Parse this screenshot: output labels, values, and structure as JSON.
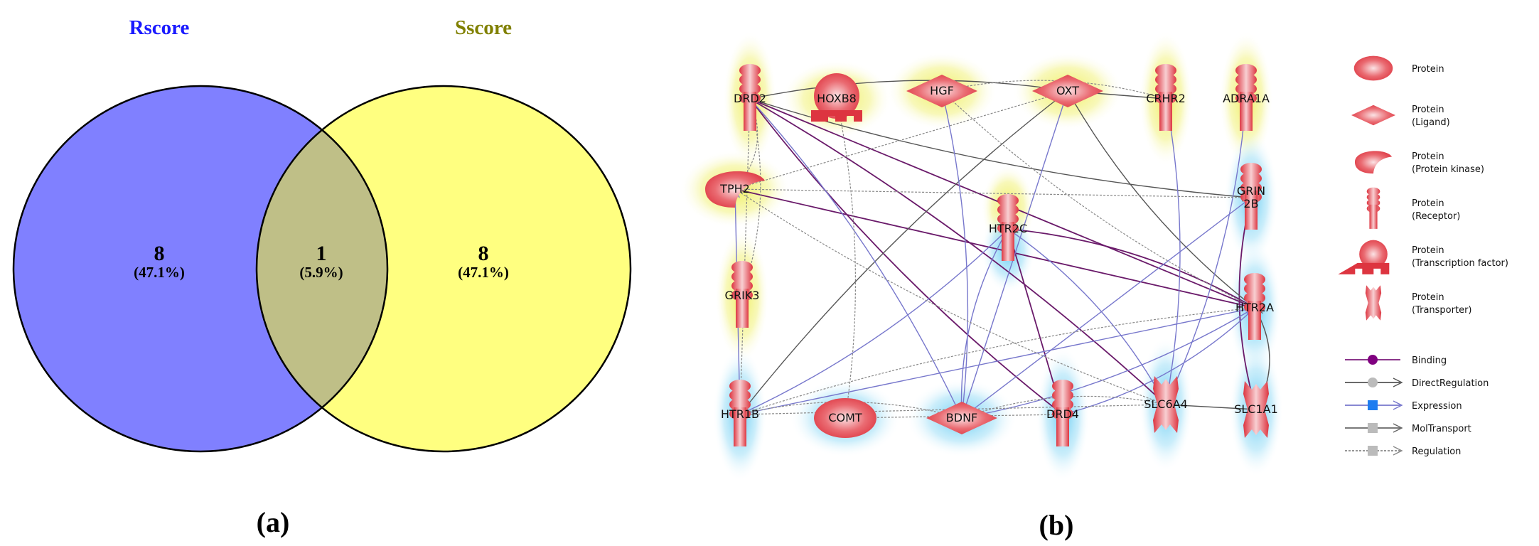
{
  "panel_a": {
    "label": "(a)",
    "title_left": "Rscore",
    "title_right": "Sscore",
    "colors": {
      "left": "#8080ff",
      "right": "#ffff80",
      "overlap": "#bfbf87",
      "left_title": "#1a1aff",
      "right_title": "#808000"
    },
    "regions": [
      {
        "id": "rscore-only",
        "count": "8",
        "percent": "(47.1%)"
      },
      {
        "id": "overlap",
        "count": "1",
        "percent": "(5.9%)"
      },
      {
        "id": "sscore-only",
        "count": "8",
        "percent": "(47.1%)"
      }
    ]
  },
  "panel_b": {
    "label": "(b)",
    "nodes": [
      {
        "id": "DRD2",
        "label": "DRD2",
        "type": "receptor",
        "glow": "yellow"
      },
      {
        "id": "HOXB8",
        "label": "HOXB8",
        "type": "tf",
        "glow": "yellow"
      },
      {
        "id": "HGF",
        "label": "HGF",
        "type": "ligand",
        "glow": "yellow"
      },
      {
        "id": "OXT",
        "label": "OXT",
        "type": "ligand",
        "glow": "yellow"
      },
      {
        "id": "CRHR2",
        "label": "CRHR2",
        "type": "receptor",
        "glow": "yellow"
      },
      {
        "id": "ADRA1A",
        "label": "ADRA1A",
        "type": "receptor",
        "glow": "yellow"
      },
      {
        "id": "TPH2",
        "label": "TPH2",
        "type": "kinase",
        "glow": "yellow"
      },
      {
        "id": "HTR2C",
        "label": "HTR2C",
        "type": "receptor",
        "glow": "both"
      },
      {
        "id": "GRIN2B",
        "label": "GRIN\n2B",
        "type": "receptor",
        "glow": "blue"
      },
      {
        "id": "GRIK3",
        "label": "GRIK3",
        "type": "receptor",
        "glow": "yellow"
      },
      {
        "id": "HTR2A",
        "label": "HTR2A",
        "type": "receptor",
        "glow": "blue"
      },
      {
        "id": "HTR1B",
        "label": "HTR1B",
        "type": "receptor",
        "glow": "blue"
      },
      {
        "id": "COMT",
        "label": "COMT",
        "type": "protein",
        "glow": "blue"
      },
      {
        "id": "BDNF",
        "label": "BDNF",
        "type": "ligand",
        "glow": "blue"
      },
      {
        "id": "DRD4",
        "label": "DRD4",
        "type": "receptor",
        "glow": "blue"
      },
      {
        "id": "SLC6A4",
        "label": "SLC6A4",
        "type": "transporter",
        "glow": "blue"
      },
      {
        "id": "SLC1A1",
        "label": "SLC1A1",
        "type": "transporter",
        "glow": "blue"
      }
    ],
    "edges": [
      {
        "from": "DRD2",
        "to": "HTR2A",
        "kind": "binding"
      },
      {
        "from": "DRD2",
        "to": "DRD4",
        "kind": "binding"
      },
      {
        "from": "DRD2",
        "to": "SLC6A4",
        "kind": "binding"
      },
      {
        "from": "TPH2",
        "to": "HTR2A",
        "kind": "binding"
      },
      {
        "from": "HTR2C",
        "to": "HTR2A",
        "kind": "binding"
      },
      {
        "from": "GRIN2B",
        "to": "SLC1A1",
        "kind": "binding"
      },
      {
        "from": "HTR2C",
        "to": "DRD4",
        "kind": "binding"
      },
      {
        "from": "DRD2",
        "to": "GRIN2B",
        "kind": "direct"
      },
      {
        "from": "DRD2",
        "to": "OXT",
        "kind": "direct"
      },
      {
        "from": "CRHR2",
        "to": "OXT",
        "kind": "direct"
      },
      {
        "from": "HTR1B",
        "to": "OXT",
        "kind": "direct"
      },
      {
        "from": "SLC1A1",
        "to": "HTR2A",
        "kind": "direct"
      },
      {
        "from": "SLC6A4",
        "to": "SLC1A1",
        "kind": "direct"
      },
      {
        "from": "OXT",
        "to": "HTR2A",
        "kind": "direct"
      },
      {
        "from": "HGF",
        "to": "BDNF",
        "kind": "expression"
      },
      {
        "from": "OXT",
        "to": "BDNF",
        "kind": "expression"
      },
      {
        "from": "CRHR2",
        "to": "SLC6A4",
        "kind": "expression"
      },
      {
        "from": "SLC6A4",
        "to": "ADRA1A",
        "kind": "expression"
      },
      {
        "from": "HTR1B",
        "to": "HTR2A",
        "kind": "expression"
      },
      {
        "from": "HTR1B",
        "to": "HTR2C",
        "kind": "expression"
      },
      {
        "from": "HTR2A",
        "to": "BDNF",
        "kind": "expression"
      },
      {
        "from": "GRIN2B",
        "to": "BDNF",
        "kind": "expression"
      },
      {
        "from": "DRD2",
        "to": "BDNF",
        "kind": "expression"
      },
      {
        "from": "HTR2C",
        "to": "BDNF",
        "kind": "expression"
      },
      {
        "from": "HTR1B",
        "to": "TPH2",
        "kind": "expression"
      },
      {
        "from": "DRD4",
        "to": "HTR2A",
        "kind": "expression"
      },
      {
        "from": "HTR2C",
        "to": "SLC6A4",
        "kind": "expression"
      },
      {
        "from": "DRD2",
        "to": "HTR1B",
        "kind": "regulation"
      },
      {
        "from": "DRD2",
        "to": "TPH2",
        "kind": "regulation"
      },
      {
        "from": "HGF",
        "to": "HTR2A",
        "kind": "regulation"
      },
      {
        "from": "OXT",
        "to": "TPH2",
        "kind": "regulation"
      },
      {
        "from": "TPH2",
        "to": "SLC6A4",
        "kind": "regulation"
      },
      {
        "from": "HTR1B",
        "to": "BDNF",
        "kind": "regulation"
      },
      {
        "from": "COMT",
        "to": "DRD4",
        "kind": "regulation"
      },
      {
        "from": "BDNF",
        "to": "SLC6A4",
        "kind": "regulation"
      },
      {
        "from": "HTR2A",
        "to": "HTR1B",
        "kind": "regulation"
      },
      {
        "from": "GRIN2B",
        "to": "TPH2",
        "kind": "regulation"
      },
      {
        "from": "CRHR2",
        "to": "HGF",
        "kind": "regulation"
      },
      {
        "from": "DRD2",
        "to": "GRIK3",
        "kind": "regulation"
      },
      {
        "from": "HTR1B",
        "to": "SLC6A4",
        "kind": "regulation"
      },
      {
        "from": "HOXB8",
        "to": "COMT",
        "kind": "regulation"
      }
    ],
    "legend": {
      "node_types": [
        {
          "type": "protein",
          "label": "Protein",
          "sub": ""
        },
        {
          "type": "ligand",
          "label": "Protein",
          "sub": "(Ligand)"
        },
        {
          "type": "kinase",
          "label": "Protein",
          "sub": "(Protein kinase)"
        },
        {
          "type": "receptor",
          "label": "Protein",
          "sub": "(Receptor)"
        },
        {
          "type": "tf",
          "label": "Protein",
          "sub": "(Transcription factor)"
        },
        {
          "type": "transporter",
          "label": "Protein",
          "sub": "(Transporter)"
        }
      ],
      "edge_types": [
        {
          "kind": "binding",
          "label": "Binding",
          "color": "#7a1a7a",
          "marker": "circle",
          "marker_color": "#800080"
        },
        {
          "kind": "direct",
          "label": "DirectRegulation",
          "color": "#555555",
          "marker": "circle",
          "marker_color": "#bbbbbb"
        },
        {
          "kind": "expression",
          "label": "Expression",
          "color": "#7777cc",
          "marker": "square",
          "marker_color": "#1e7cf0"
        },
        {
          "kind": "moltransport",
          "label": "MolTransport",
          "color": "#666666",
          "marker": "square",
          "marker_color": "#bbbbbb"
        },
        {
          "kind": "regulation",
          "label": "Regulation",
          "color": "#888888",
          "marker": "square",
          "marker_color": "#bbbbbb"
        }
      ]
    },
    "colors": {
      "node": "#e03c46",
      "glow_yellow": "#f3f36a",
      "glow_blue": "#7fd3f5"
    }
  }
}
